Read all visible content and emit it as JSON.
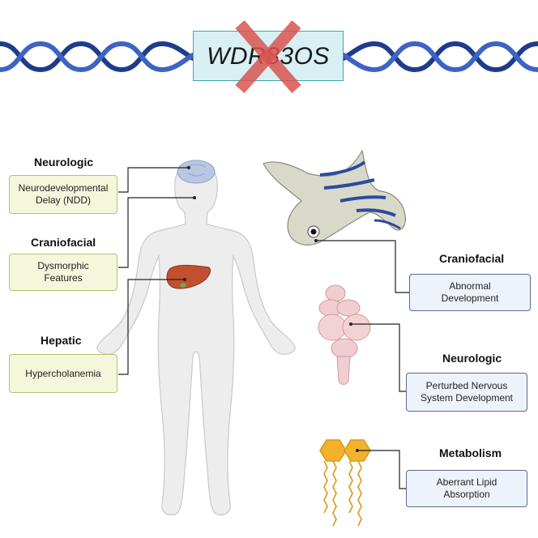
{
  "gene": {
    "name": "WDR83OS"
  },
  "human": {
    "neurologic": {
      "heading": "Neurologic",
      "finding": "Neurodevelopmental Delay (NDD)"
    },
    "craniofacial": {
      "heading": "Craniofacial",
      "finding": "Dysmorphic Features"
    },
    "hepatic": {
      "heading": "Hepatic",
      "finding": "Hypercholanemia"
    }
  },
  "zebrafish": {
    "craniofacial": {
      "heading": "Craniofacial",
      "finding": "Abnormal Development"
    },
    "neurologic": {
      "heading": "Neurologic",
      "finding": "Perturbed Nervous System Development"
    },
    "metabolism": {
      "heading": "Metabolism",
      "finding": "Aberrant Lipid Absorption"
    }
  },
  "colors": {
    "dna": "#2b4da0",
    "gene_box": "#d8f0f3",
    "cross": "#d9534f",
    "human_box": "#f4f7dc",
    "zebrafish_box": "#eef3fb",
    "lipid_head": "#f2b22c"
  }
}
